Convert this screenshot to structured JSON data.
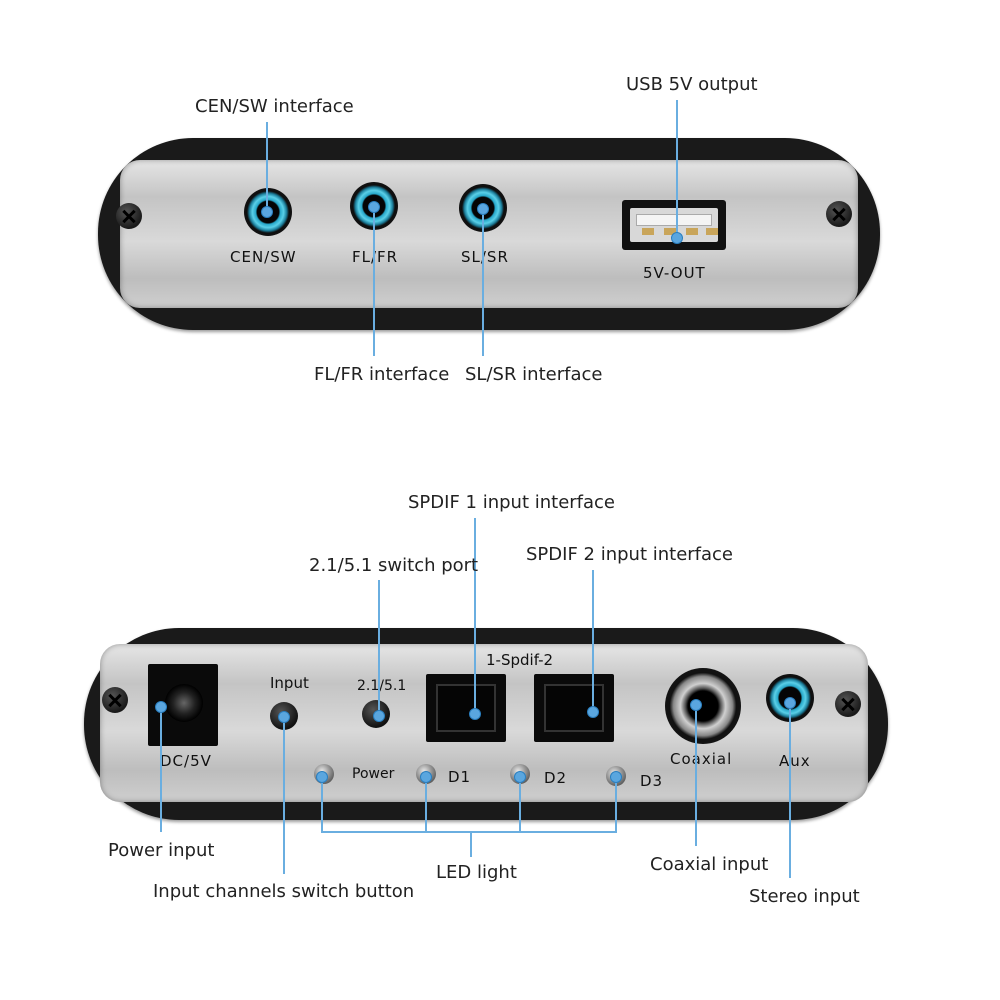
{
  "callouts": {
    "cen_sw": "CEN/SW interface",
    "usb_out": "USB 5V output",
    "fl_fr": "FL/FR interface",
    "sl_sr": "SL/SR interface",
    "spdif1": "SPDIF 1 input interface",
    "spdif2": "SPDIF 2 input interface",
    "switch_port": "2.1/5.1 switch port",
    "power_input": "Power input",
    "input_switch": "Input channels switch button",
    "led_light": "LED light",
    "coaxial_input": "Coaxial input",
    "stereo_input": "Stereo input"
  },
  "front_panel": {
    "jack1": "CEN/SW",
    "jack2": "FL/FR",
    "jack3": "SL/SR",
    "usb": "5V-OUT"
  },
  "rear_panel": {
    "dc": "DC/5V",
    "input": "Input",
    "switch": "2.1/5.1",
    "spdif": "1-Spdif-2",
    "coaxial": "Coaxial",
    "aux": "Aux",
    "power": "Power",
    "d1": "D1",
    "d2": "D2",
    "d3": "D3"
  },
  "colors": {
    "leader": "#6aaee0",
    "jack_ring": "#26a6c8"
  }
}
